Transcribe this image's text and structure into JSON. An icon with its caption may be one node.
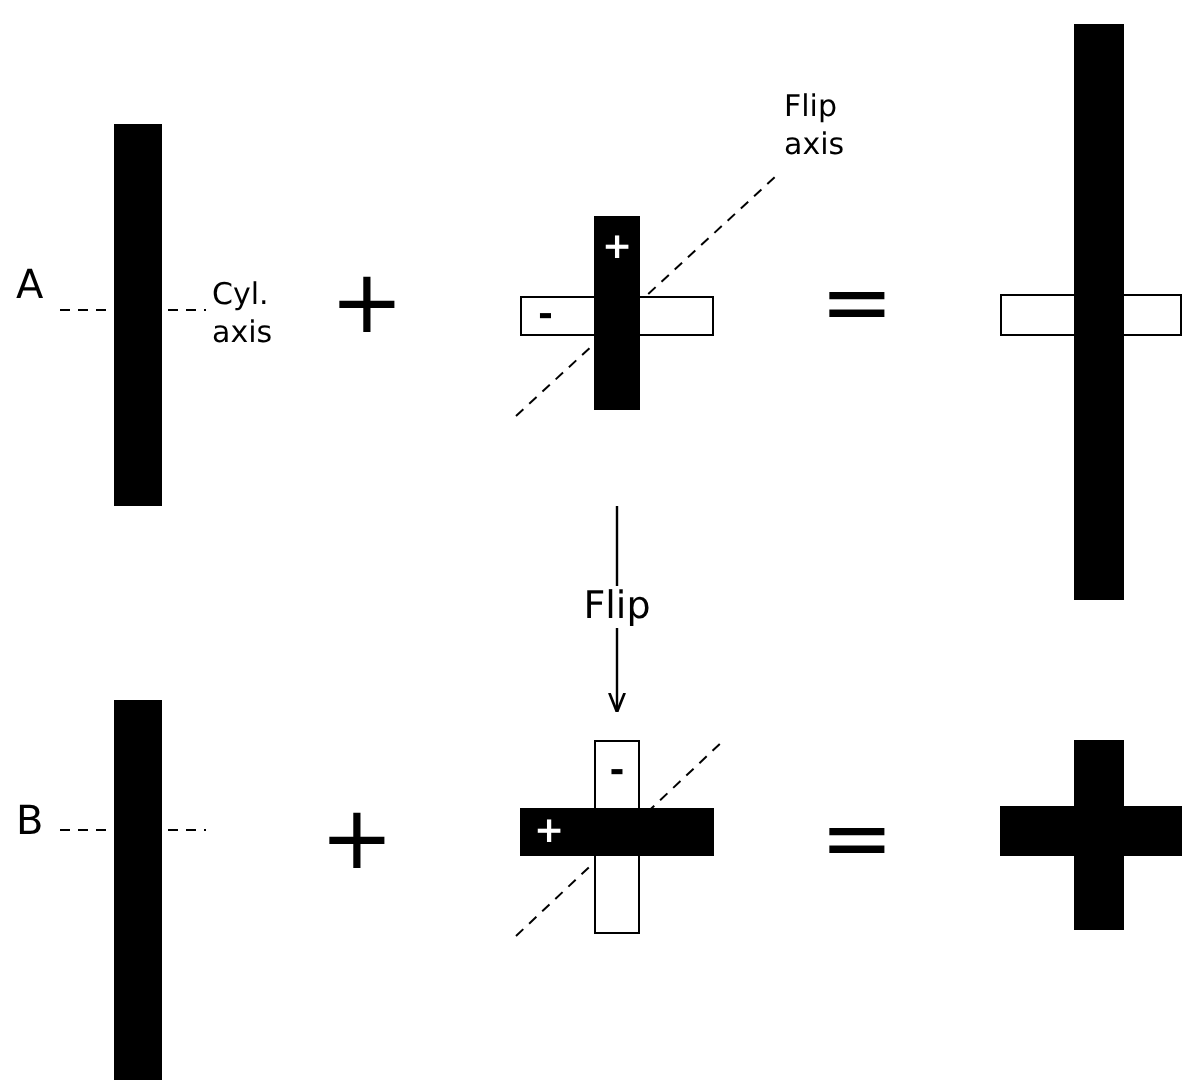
{
  "diagram": {
    "nodes": [
      {
        "text": [],
        "shape": "bar"
      },
      {
        "text": [
          "-"
        ]
      },
      {
        "text": [
          "+"
        ]
      },
      {
        "text": [],
        "shape": "bar"
      },
      {
        "text": [],
        "shape": "bar"
      },
      {
        "text": [],
        "shape": "bar"
      },
      {
        "text": [
          "-"
        ]
      },
      {
        "text": [
          "+"
        ]
      },
      {
        "text": [],
        "shape": "cross"
      }
    ],
    "edges": [
      {
        "from": 2,
        "to": 6,
        "arrow": "to",
        "label": "Flip"
      }
    ],
    "labels": [
      "A",
      "Flip axis",
      "Cyl. axis",
      "+",
      "=",
      "B",
      "+",
      "="
    ]
  }
}
